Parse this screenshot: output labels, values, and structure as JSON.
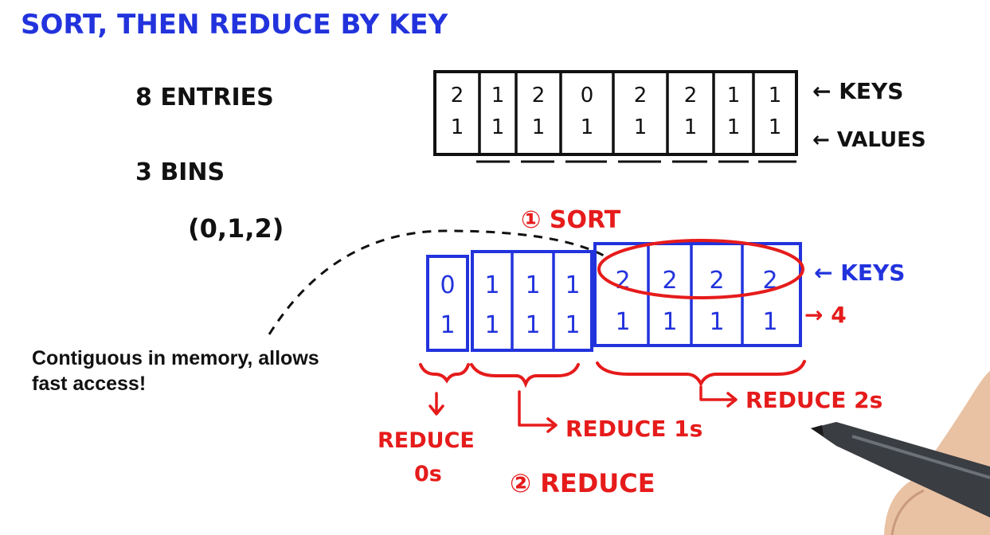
{
  "title": "SORT, THEN REDUCE BY KEY",
  "left_notes": {
    "entries": "8 ENTRIES",
    "bins": "3 BINS",
    "bin_values": "(0,1,2)"
  },
  "top_array": {
    "keys": [
      "2",
      "1",
      "2",
      "0",
      "2",
      "2",
      "1",
      "1"
    ],
    "values": [
      "1",
      "1",
      "1",
      "1",
      "1",
      "1",
      "1",
      "1"
    ],
    "keys_label": "← KEYS",
    "values_label": "← VALUES"
  },
  "step1_label": "① SORT",
  "sorted_array": {
    "keys": [
      "0",
      "1",
      "1",
      "1",
      "2",
      "2",
      "2",
      "2"
    ],
    "values": [
      "1",
      "1",
      "1",
      "1",
      "1",
      "1",
      "1",
      "1"
    ],
    "keys_label": "← KEYS",
    "result_label": "→ 4"
  },
  "reduce_labels": {
    "zeros_line1": "REDUCE",
    "zeros_line2": "0s",
    "ones": "REDUCE 1s",
    "twos": "REDUCE 2s"
  },
  "step2_label": "② REDUCE",
  "callout": "Contiguous in memory, allows fast access!",
  "colors": {
    "blue": "#2233dd",
    "red": "#e61b1b",
    "black": "#111111"
  }
}
